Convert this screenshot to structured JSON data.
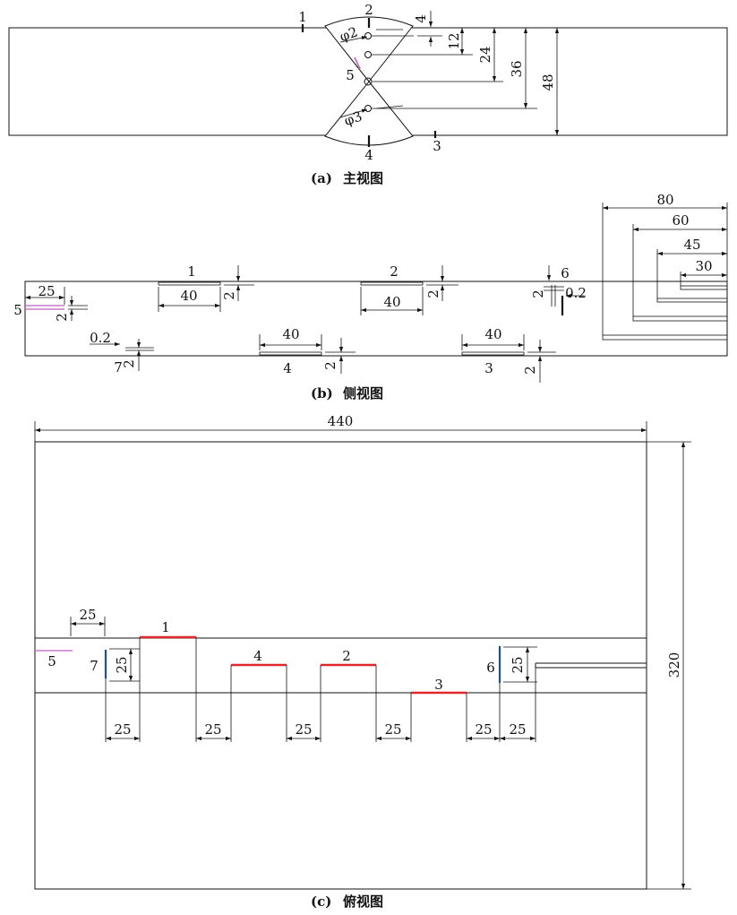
{
  "colors": {
    "line": "#111111",
    "defect_red": "#e0282d",
    "defect_purple": "#c978c9",
    "defect_blue": "#1f4e9a"
  },
  "front_view": {
    "caption_prefix": "(a)",
    "caption": "主视图",
    "labels": {
      "l1": "1",
      "l2": "2",
      "l3": "3",
      "l4": "4",
      "l5": "5"
    },
    "hole_labels": {
      "upper": "φ2",
      "lower": "φ3"
    },
    "dims": {
      "d4": "4",
      "d12": "12",
      "d24": "24",
      "d36": "36",
      "d48": "48"
    }
  },
  "side_view": {
    "caption_prefix": "(b)",
    "caption": "侧视图",
    "labels": {
      "l1": "1",
      "l2": "2",
      "l3": "3",
      "l4": "4",
      "l5": "5",
      "l6": "6",
      "l7": "7"
    },
    "dims": {
      "d25": "25",
      "d40": "40",
      "d2": "2",
      "d02": "0.2",
      "d80": "80",
      "d60": "60",
      "d45": "45",
      "d30": "30"
    }
  },
  "top_view": {
    "caption_prefix": "(c)",
    "caption": "俯视图",
    "labels": {
      "l1": "1",
      "l2": "2",
      "l3": "3",
      "l4": "4",
      "l5": "5",
      "l6": "6",
      "l7": "7"
    },
    "dims": {
      "d440": "440",
      "d320": "320",
      "d25": "25"
    }
  }
}
